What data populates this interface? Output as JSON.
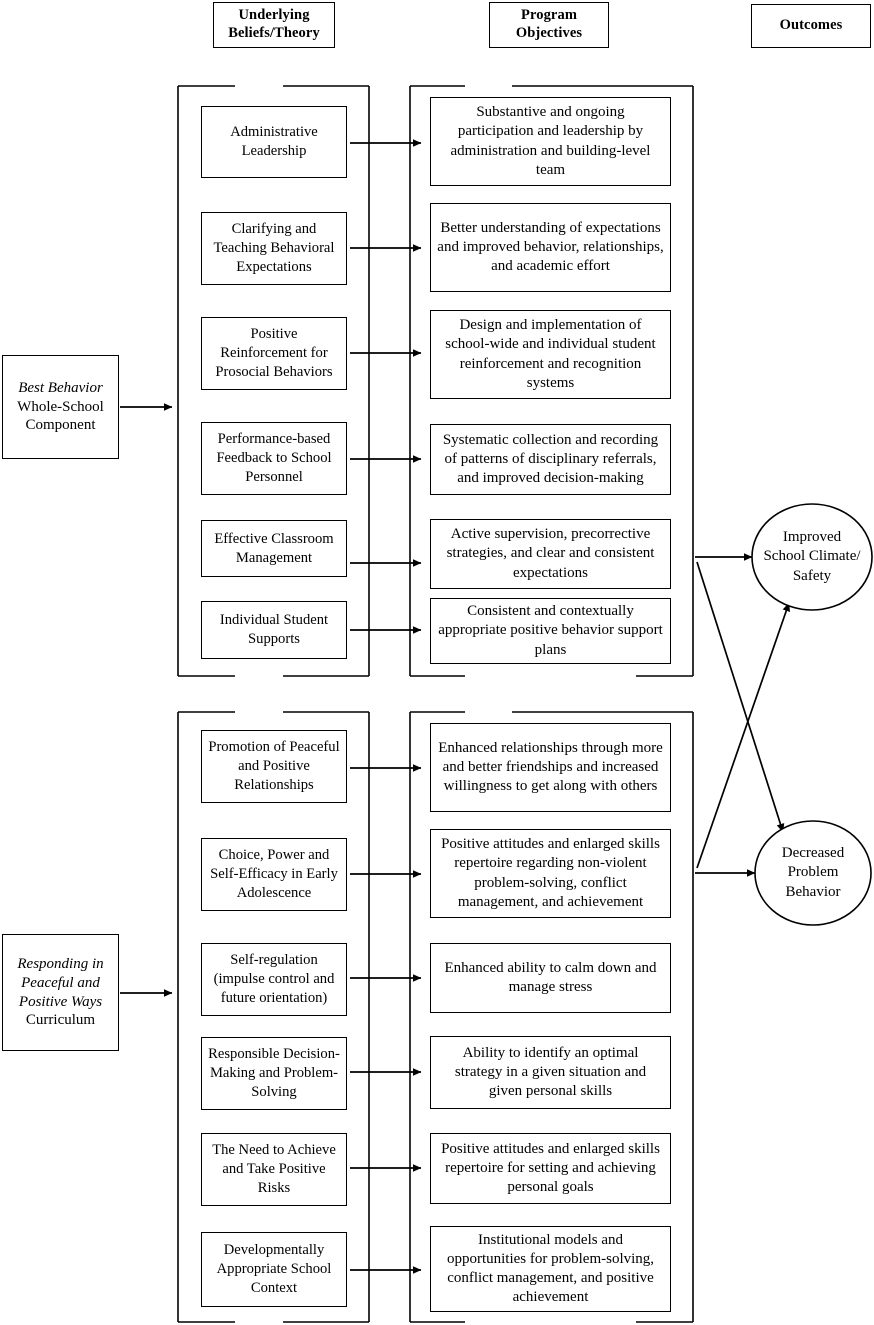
{
  "diagram": {
    "title_columns": [
      {
        "label": "Underlying\nBeliefs/Theory",
        "name": "header-underlying-beliefs"
      },
      {
        "label": "Program\nObjectives",
        "name": "header-program-objectives"
      },
      {
        "label": "Outcomes",
        "name": "header-outcomes"
      }
    ],
    "headers": {
      "col1_line1": "Underlying",
      "col1_line2": "Beliefs/Theory",
      "col2_line1": "Program",
      "col2_line2": "Objectives",
      "col3_line1": "Outcomes"
    },
    "sources": [
      {
        "id": "best-behavior",
        "italic_part": "Best Behavior",
        "plain_part": "Whole-School Component"
      },
      {
        "id": "responding-peaceful",
        "italic_part": "Responding in Peaceful and Positive Ways",
        "plain_part": "Curriculum"
      }
    ],
    "groups": [
      {
        "id": "best-behavior-group",
        "beliefs": [
          "Administrative Leadership",
          "Clarifying and Teaching Behavioral Expectations",
          "Positive Reinforcement for Prosocial Behaviors",
          "Performance-based Feedback to School Personnel",
          "Effective Classroom Management",
          "Individual Student Supports"
        ],
        "objectives": [
          "Substantive and ongoing participation and leadership by administration and building-level team",
          "Better understanding of expectations and improved behavior, relationships, and academic effort",
          "Design and implementation of school-wide and individual student reinforcement and recognition systems",
          "Systematic collection and recording of patterns of disciplinary referrals, and improved decision-making",
          "Active supervision, precorrective strategies, and clear and consistent expectations",
          "Consistent and contextually appropriate positive behavior support plans"
        ]
      },
      {
        "id": "responding-peaceful-group",
        "beliefs": [
          "Promotion of Peaceful and Positive Relationships",
          "Choice, Power and Self-Efficacy in Early Adolescence",
          "Self-regulation (impulse control and future orientation)",
          "Responsible Decision-Making and Problem-Solving",
          "The Need to Achieve and Take Positive Risks",
          "Developmentally Appropriate School Context"
        ],
        "objectives": [
          "Enhanced relationships through more and better friendships and increased willingness to get along with others",
          "Positive attitudes and enlarged skills repertoire regarding non-violent problem-solving, conflict management, and achievement",
          "Enhanced ability to calm down and manage stress",
          "Ability to identify an optimal strategy in a given situation and given personal skills",
          "Positive attitudes and enlarged skills repertoire for setting and achieving personal goals",
          "Institutional models and opportunities for problem-solving, conflict management, and positive achievement"
        ]
      }
    ],
    "outcomes": [
      {
        "id": "improved-school-climate",
        "line1": "Improved",
        "line2": "School Climate/",
        "line3": "Safety"
      },
      {
        "id": "decreased-problem-behavior",
        "line1": "Decreased",
        "line2": "Problem",
        "line3": "Behavior"
      }
    ],
    "colors": {
      "stroke": "#000000",
      "background": "#ffffff",
      "text": "#000000"
    }
  }
}
